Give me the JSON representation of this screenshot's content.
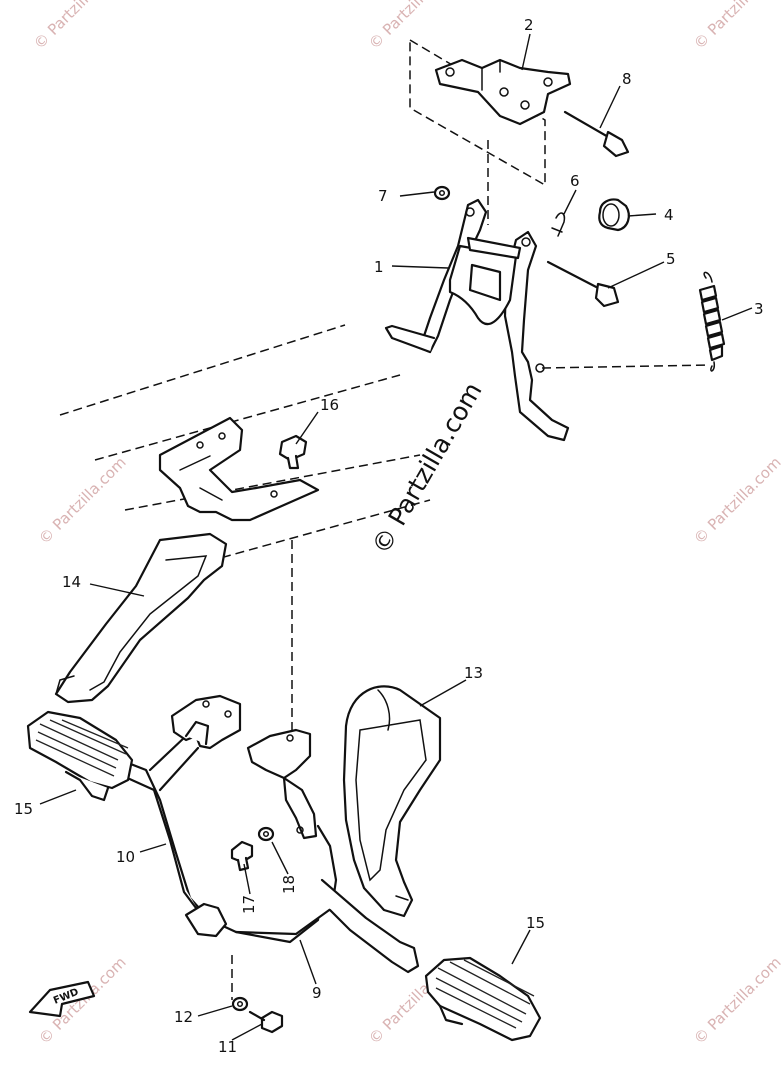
{
  "diagram": {
    "watermark_center": "© Partzilla.com",
    "watermark_tile": "© Partzilla.com",
    "fwd_label": "FWD",
    "callouts": [
      {
        "id": "c1",
        "text": "1"
      },
      {
        "id": "c2",
        "text": "2"
      },
      {
        "id": "c3",
        "text": "3"
      },
      {
        "id": "c4",
        "text": "4"
      },
      {
        "id": "c5",
        "text": "5"
      },
      {
        "id": "c6",
        "text": "6"
      },
      {
        "id": "c7",
        "text": "7"
      },
      {
        "id": "c8",
        "text": "8"
      },
      {
        "id": "c9",
        "text": "9"
      },
      {
        "id": "c10",
        "text": "10"
      },
      {
        "id": "c11",
        "text": "11"
      },
      {
        "id": "c12",
        "text": "12"
      },
      {
        "id": "c13",
        "text": "13"
      },
      {
        "id": "c14",
        "text": "14"
      },
      {
        "id": "c15a",
        "text": "15"
      },
      {
        "id": "c15b",
        "text": "15"
      },
      {
        "id": "c16",
        "text": "16"
      },
      {
        "id": "c17",
        "text": "17"
      },
      {
        "id": "c18",
        "text": "18"
      }
    ]
  }
}
